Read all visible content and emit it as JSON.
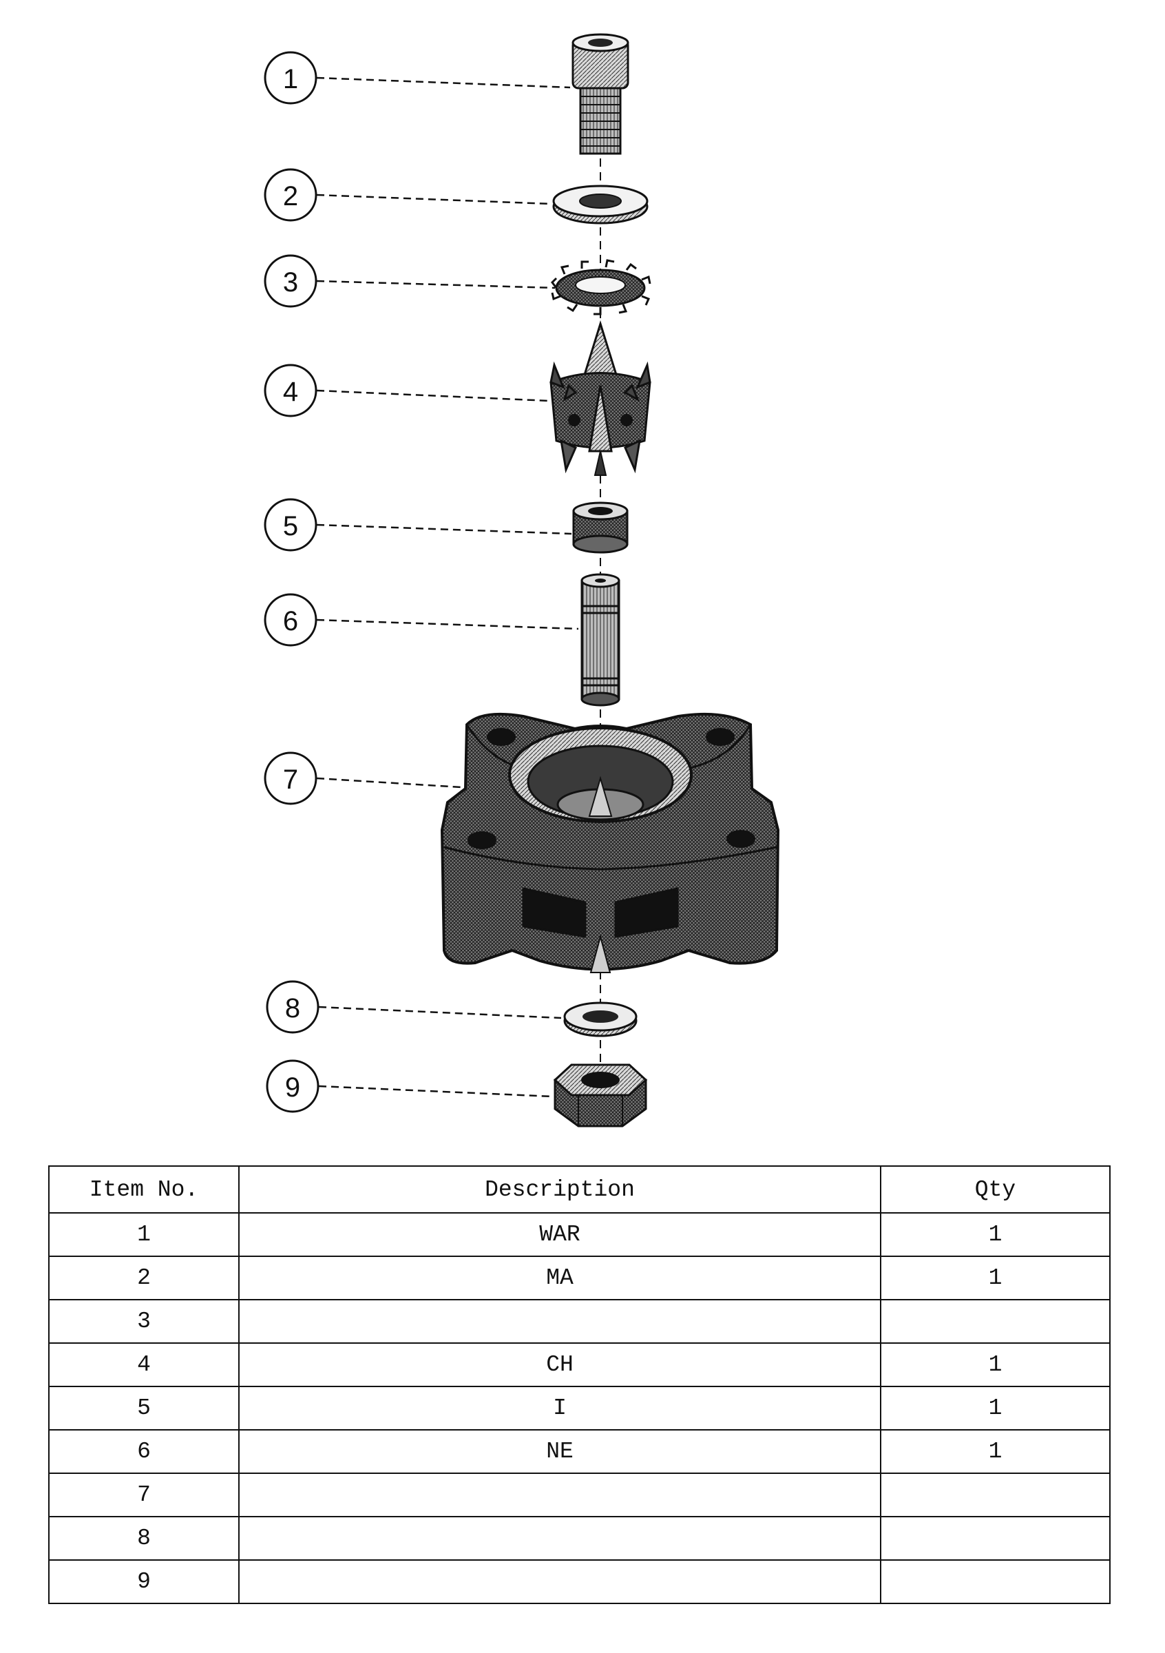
{
  "callouts": [
    "1",
    "2",
    "3",
    "4",
    "5",
    "6",
    "7",
    "8",
    "9"
  ],
  "parts": [
    {
      "name": "socket-head-cap-screw"
    },
    {
      "name": "flat-washer"
    },
    {
      "name": "toothed-lock-washer"
    },
    {
      "name": "spiked-crown"
    },
    {
      "name": "spacer-bushing"
    },
    {
      "name": "pin-shaft"
    },
    {
      "name": "four-lobe-housing"
    },
    {
      "name": "lower-washer"
    },
    {
      "name": "hex-nut"
    }
  ],
  "table": {
    "headers": [
      "Item No.",
      "Description",
      "Qty"
    ],
    "rows": [
      [
        "1",
        "WAR",
        "1"
      ],
      [
        "2",
        "MA",
        "1"
      ],
      [
        "3",
        "",
        ""
      ],
      [
        "4",
        "CH",
        "1"
      ],
      [
        "5",
        "I",
        "1"
      ],
      [
        "6",
        "NE",
        "1"
      ],
      [
        "7",
        "",
        ""
      ],
      [
        "8",
        "",
        ""
      ],
      [
        "9",
        "",
        ""
      ]
    ]
  },
  "colors": {
    "ink": "#111111",
    "background": "#ffffff"
  }
}
